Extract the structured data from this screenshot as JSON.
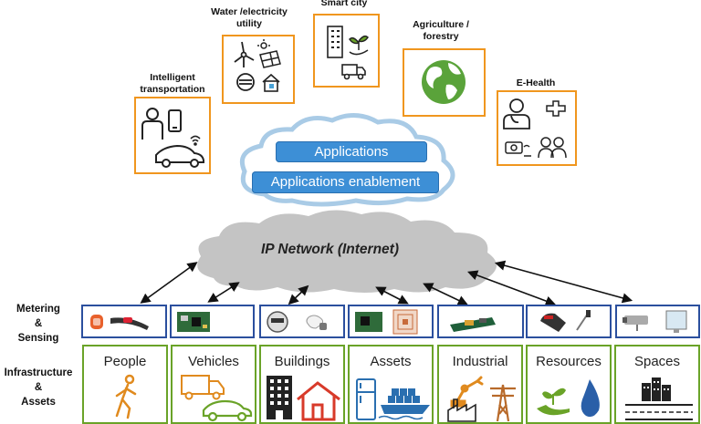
{
  "applications": [
    {
      "id": "intelligent-transportation",
      "label": "Intelligent\ntransportation",
      "icons": [
        "person-icon",
        "smartphone-icon",
        "car-icon",
        "wifi-icon"
      ]
    },
    {
      "id": "water-electricity-utility",
      "label": "Water /electricity\nutility",
      "icons": [
        "wind-turbine-icon",
        "solar-panel-icon",
        "meter-icon",
        "smart-home-icon"
      ]
    },
    {
      "id": "smart-city",
      "label": "Smart city",
      "icons": [
        "building-icon",
        "plant-hand-icon",
        "truck-icon"
      ]
    },
    {
      "id": "agriculture-forestry",
      "label": "Agriculture /\nforestry",
      "icons": [
        "globe-icon"
      ]
    },
    {
      "id": "e-health",
      "label": "E-Health",
      "icons": [
        "doctor-icon",
        "medicine-icon",
        "monitoring-icon",
        "people-group-icon"
      ]
    }
  ],
  "cloud": {
    "applications_label": "Applications",
    "enablement_label": "Applications enablement"
  },
  "network": {
    "label": "IP Network (Internet)"
  },
  "side_labels": {
    "metering": "Metering\n&\nSensing",
    "infrastructure": "Infrastructure\n&\nAssets"
  },
  "sensors": [
    {
      "id": "wearables",
      "icons": [
        "wristband-icon",
        "fitness-band-icon"
      ]
    },
    {
      "id": "obd-module",
      "icons": [
        "circuit-board-icon"
      ]
    },
    {
      "id": "meter-bulb",
      "icons": [
        "electric-meter-icon",
        "light-bulb-icon"
      ]
    },
    {
      "id": "rfid",
      "icons": [
        "circuit-board-icon",
        "rfid-tag-icon"
      ]
    },
    {
      "id": "industrial-board",
      "icons": [
        "controller-board-icon"
      ]
    },
    {
      "id": "probes",
      "icons": [
        "sensor-probe-icon",
        "thermometer-probe-icon"
      ]
    },
    {
      "id": "camera-display",
      "icons": [
        "security-camera-icon",
        "display-panel-icon"
      ]
    }
  ],
  "categories": [
    {
      "id": "people",
      "label": "People",
      "icons": [
        "person-walking-icon"
      ]
    },
    {
      "id": "vehicles",
      "label": "Vehicles",
      "icons": [
        "truck-icon",
        "car-icon"
      ]
    },
    {
      "id": "buildings",
      "label": "Buildings",
      "icons": [
        "office-building-icon",
        "house-icon"
      ]
    },
    {
      "id": "assets",
      "label": "Assets",
      "icons": [
        "refrigerator-icon",
        "cargo-ship-icon"
      ]
    },
    {
      "id": "industrial",
      "label": "Industrial",
      "icons": [
        "robot-arm-icon",
        "factory-icon",
        "power-pylon-icon"
      ]
    },
    {
      "id": "resources",
      "label": "Resources",
      "icons": [
        "plant-hand-icon",
        "water-drop-icon"
      ]
    },
    {
      "id": "spaces",
      "label": "Spaces",
      "icons": [
        "city-road-icon"
      ]
    }
  ],
  "colors": {
    "app_border": "#f0961e",
    "sensor_border": "#2b4f9e",
    "category_border": "#6aa328",
    "cloud_button": "#3d8fd6",
    "network_cloud": "#c4c4c4"
  }
}
